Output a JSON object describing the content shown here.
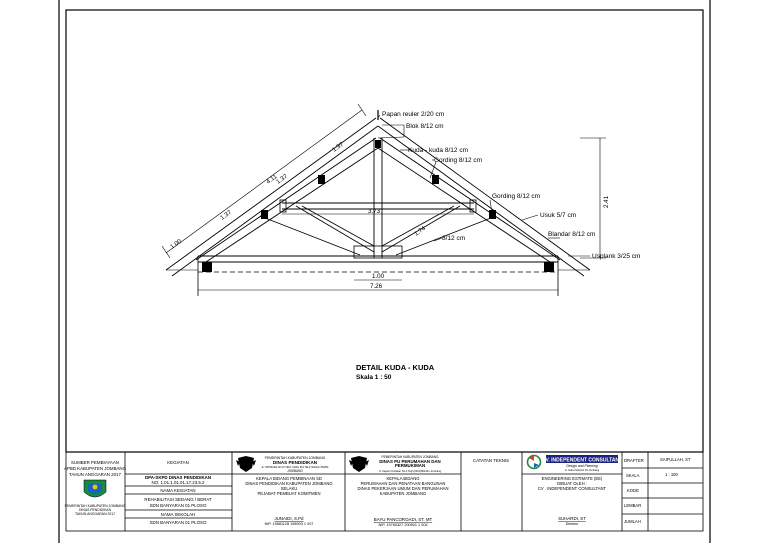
{
  "drawing": {
    "title": "DETAIL KUDA - KUDA",
    "scale": "Skala 1 : 50",
    "labels": {
      "papan_reuler": "Papan reuler 2/20 cm",
      "blok": "Blok 8/12 cm",
      "kuda_kuda": "Kuda - kuda 8/12 cm",
      "gording_top": "Gording 8/12 cm",
      "gording_mid": "Gording 8/12 cm",
      "usuk": "Usuk 5/7 cm",
      "blandar": "Blandar 8/12 cm",
      "usplank": "Usplank 3/25 cm",
      "skoor": "8/12 cm"
    },
    "dimensions": {
      "rafter_total": "4.11",
      "seg_1": "1.37",
      "seg_2": "1.37",
      "seg_3": "1.37",
      "overhang": "1.00",
      "height": "2.41",
      "king_span": "3.73",
      "skoor_len": "1.74",
      "center_block": "1.00",
      "span_total": "7.26"
    }
  },
  "titleblock": {
    "source_col": {
      "line1": "SUMBER PEMBIAYAAN",
      "line2": "APBD KABUPATEN JOMBANG",
      "line3": "TAHUN ANGGARAN 2017",
      "logo_caption1": "PEMERINTAH KABUPATEN JOMBANG",
      "logo_caption2": "DINAS PENDIDIKAN",
      "logo_caption3": "TAHUN ANGGARAN 2017"
    },
    "kegiatan": {
      "header": "KEGIATAN",
      "r1a": "DPA-SKPD DINAS PENDIDIKAN",
      "r1b": "NO: 1.01.1.01.01.17.23.5.2",
      "r2": "NAMA KEGIATAN",
      "r3a": "REHABILITASI SEDANG / BERAT",
      "r3b": "SDN BANYARAN 01 PLOSO",
      "r4": "NAMA SEKOLAH",
      "r5": "SDN BANYARAN 01 PLOSO"
    },
    "dinas_pendidikan": {
      "line1": "PEMERINTAH KABUPATEN JOMBANG",
      "line2": "DINAS PENDIDIKAN",
      "line3": "JL. PATIMURA NO.10 TELP. (0321) 861 TELP (0321)1/ 864651",
      "line4": "JOMBANG",
      "role1": "KEPALA BIDANG PEMBINAAN SD",
      "role2": "DINAS PENDIDIKAN KABUPATEN JOMBANG",
      "role3": "SELAKU",
      "role4": "PEJABAT PEMBUAT KOMITMEN",
      "name": "JUNAIDI, S.Pd",
      "nip": "NIP. 19681128 198903 1 007"
    },
    "dinas_pu": {
      "line1": "PEMERINTAH KABUPATEN JOMBANG",
      "line2": "DINAS PU PERUMAHAN DAN",
      "line3": "PERMUKIMAN",
      "line4": "Jl. Kapten Tendean No.4 Telp.(0321)861421 Jombang",
      "role1": "KEPALA BIDANG",
      "role2": "PERUMAHAN DAN PENATAAN BANGUNAN",
      "role3": "DINAS PEKERJAAN UMUM DAN PERUMAHAN",
      "role4": "KABUPATEN JOMBANG",
      "name": "BAYU PANCOROADI, ST. MT",
      "nip": "NIP. 19760327 200501 1 004"
    },
    "catatan": {
      "header": "CATATAN TEKNIS"
    },
    "consultant": {
      "brand": "CV. INDEPENDENT CONSULTANT",
      "tagline": "Design and Planning",
      "address": "Jl. Gatot Subroto 15 Jombang",
      "role1": "ENGINEERING ESTIMATE (EE)",
      "role2": "DIBUAT OLEH :",
      "role3": "CV . INDEPENDENT CONSULTANT",
      "name": "SUHARDI, ST",
      "title": "Direktur"
    },
    "meta": {
      "drafter_label": "DRAFTER",
      "drafter_value": "SAIFULLAH, ST",
      "skala_label": "SKALA",
      "skala_value": "1 : 100",
      "kode_label": "KODE",
      "lembar_label": "LEMBAR",
      "jumlah_label": "JUMLAH"
    }
  },
  "colors": {
    "line": "#000000",
    "paper": "#ffffff",
    "consultant_blue": "#1a237e",
    "logo_green": "#1b8a3a",
    "logo_blue": "#1565c0"
  }
}
